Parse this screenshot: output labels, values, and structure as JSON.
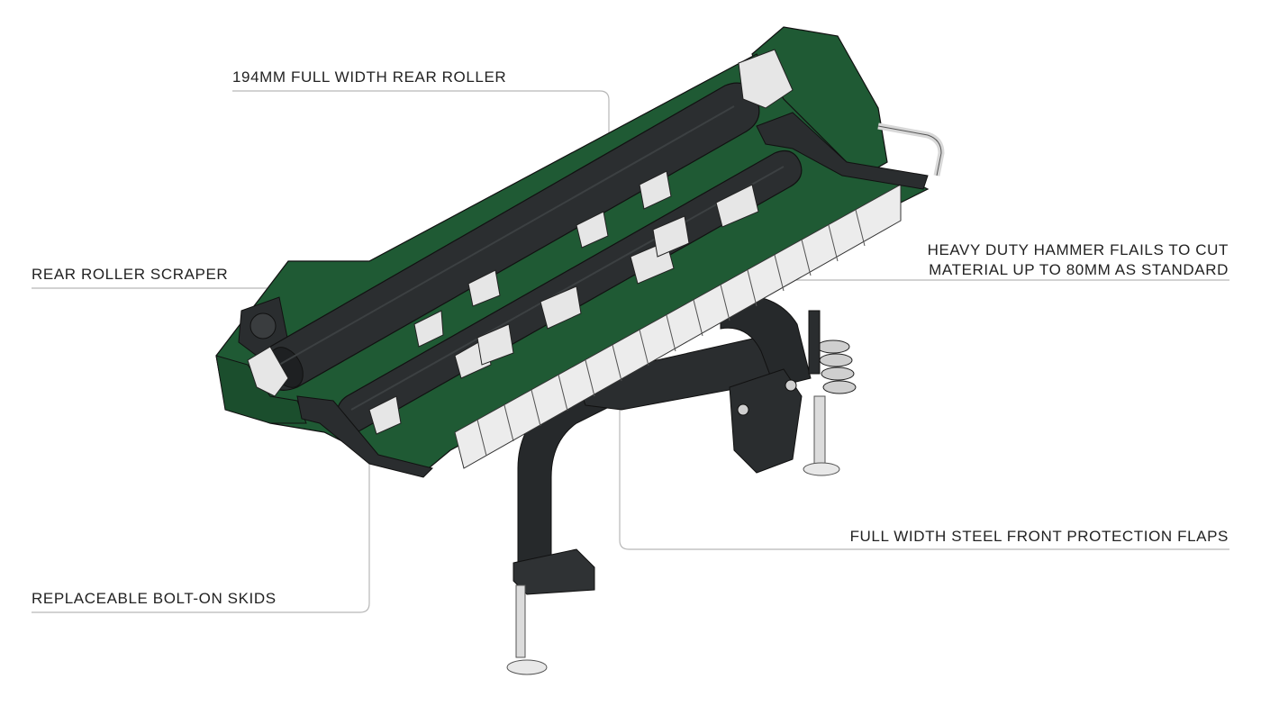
{
  "callouts": {
    "rear_roller": "194MM FULL WIDTH REAR ROLLER",
    "roller_scraper": "REAR ROLLER SCRAPER",
    "hammer_flails": {
      "line1": "HEAVY DUTY HAMMER FLAILS TO CUT",
      "line2": "MATERIAL UP TO 80MM AS STANDARD"
    },
    "protection_flaps": "FULL WIDTH STEEL FRONT PROTECTION FLAPS",
    "skids": "REPLACEABLE BOLT-ON SKIDS"
  },
  "colors": {
    "body_green": "#1f5a34",
    "roller_dark": "#2b2e30",
    "frame_dark": "#26292b",
    "steel": "#e4e4e4",
    "leader_line": "#b8b8b8",
    "text": "#222222"
  }
}
